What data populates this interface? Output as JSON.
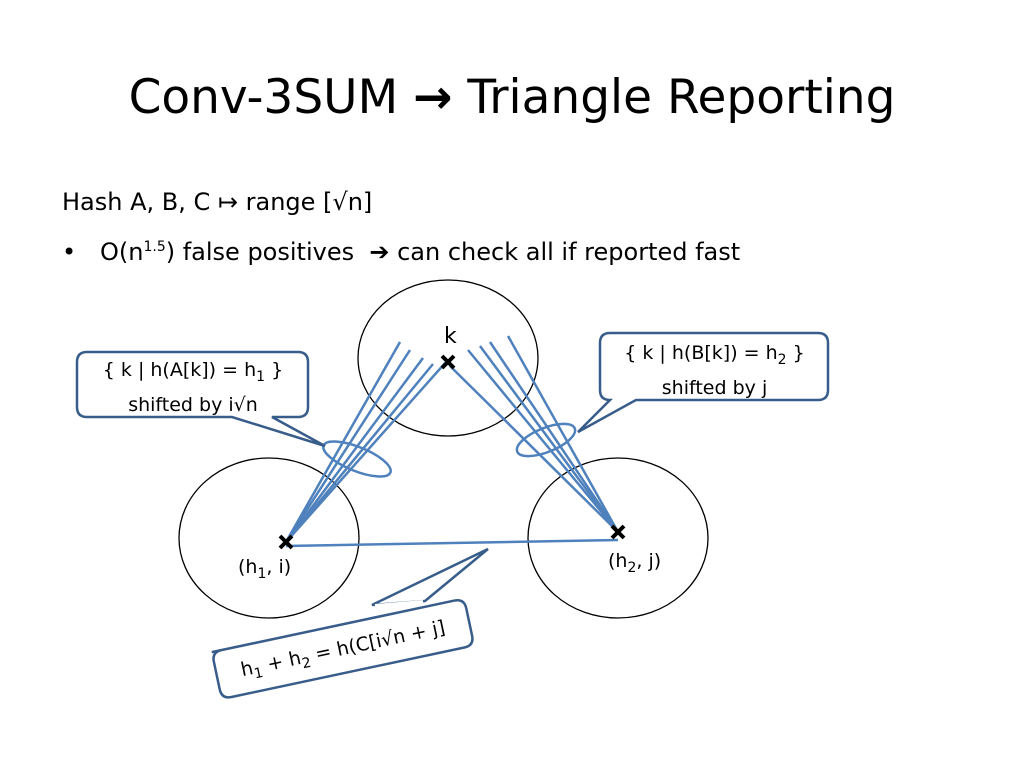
{
  "title": {
    "before_arrow": "Conv-3SUM",
    "arrow": "→",
    "after_arrow": "Triangle Reporting"
  },
  "line1": {
    "text": "Hash A, B, C ↦ range [√n]"
  },
  "bullet": {
    "marker": "•",
    "part1": "O(n",
    "exponent": "1.5",
    "part2": ") false positives",
    "arrow": "➔",
    "part3": "can check all if reported fast"
  },
  "diagram": {
    "vertex_k": "k",
    "vertex_left": {
      "pre": "(h",
      "sub": "1",
      "post": ", i)"
    },
    "vertex_right": {
      "pre": "(h",
      "sub": "2",
      "post": ", j)"
    },
    "callout_left": {
      "line1_pre": "{ k | h(A[k]) = h",
      "line1_sub": "1",
      "line1_post": " }",
      "line2": "shifted by i√n"
    },
    "callout_right": {
      "line1_pre": "{ k | h(B[k]) = h",
      "line1_sub": "2",
      "line1_post": " }",
      "line2": "shifted by j"
    },
    "callout_bottom": {
      "p1": "h",
      "s1": "1",
      "p2": " + h",
      "s2": "2",
      "p3": " = h(C[i√n + j]"
    },
    "colors": {
      "line": "#4f81bd",
      "callout_border": "#385d8a",
      "circle": "#000000"
    }
  }
}
